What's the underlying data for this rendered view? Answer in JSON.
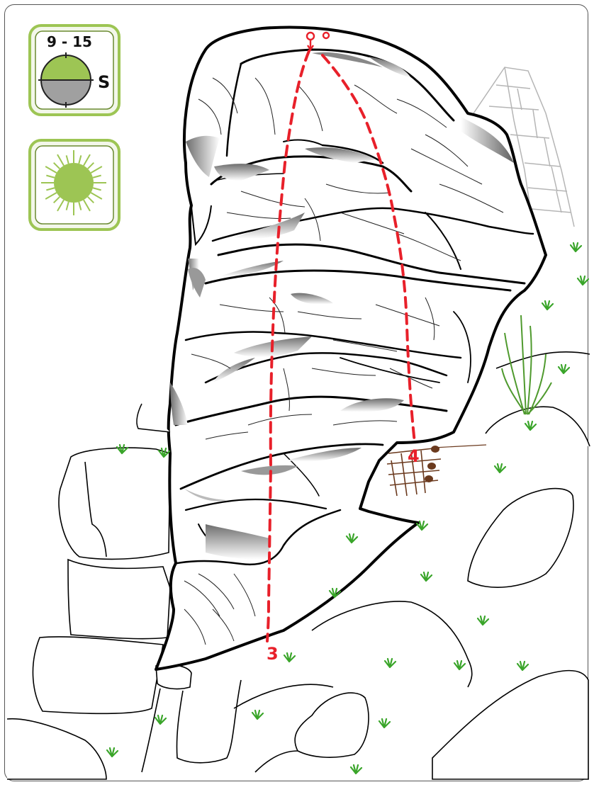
{
  "info_panel": {
    "hours_label": "9 - 15",
    "aspect_label": "S",
    "sun_icon": "sun-icon",
    "accent_color": "#9dc554",
    "shade_color": "#a0a0a0"
  },
  "routes": [
    {
      "number": "3"
    },
    {
      "number": "4"
    }
  ],
  "colors": {
    "route_line": "#e8202a",
    "rock_outline": "#000000",
    "grass": "#3aa52a",
    "wall": "#b5b5b5",
    "peg": "#6b3a1e"
  }
}
